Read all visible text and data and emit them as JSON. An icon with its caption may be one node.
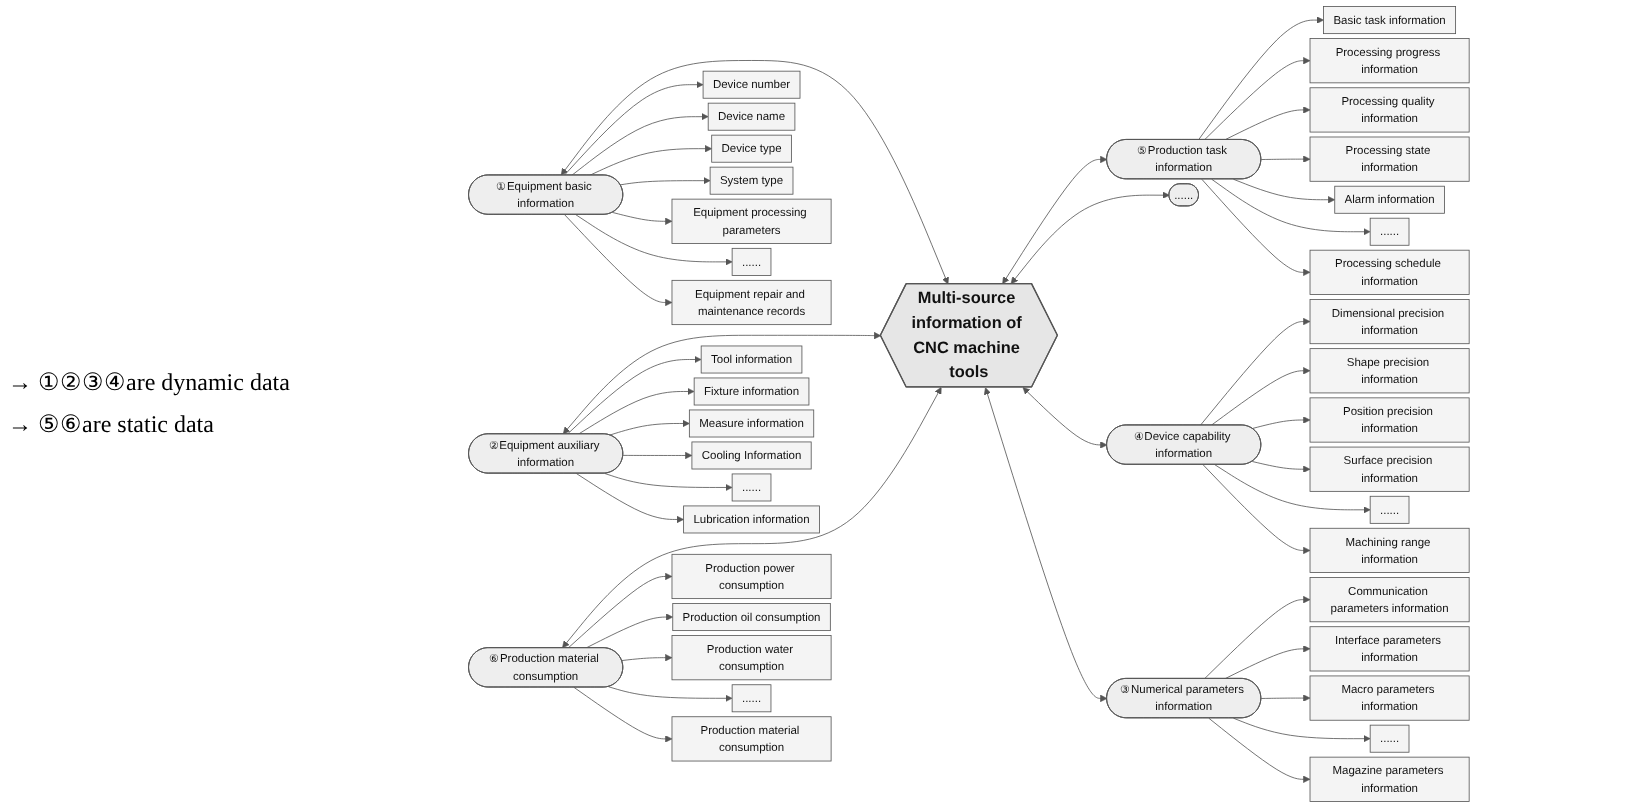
{
  "diagram": {
    "nodes": [
      {
        "text": [
          "Multi-source information of CNC machine tools"
        ]
      },
      {
        "text": [
          "①Equipment basic information"
        ]
      },
      {
        "text": [
          "②Equipment auxiliary information"
        ]
      },
      {
        "text": [
          "③Numerical parameters information"
        ]
      },
      {
        "text": [
          "④Device capability information"
        ]
      },
      {
        "text": [
          "⑤Production task information"
        ]
      },
      {
        "text": [
          "⑥Production material consumption"
        ]
      },
      {
        "text": [
          "......"
        ]
      },
      {
        "text": [
          "Device number"
        ]
      },
      {
        "text": [
          "Device name"
        ]
      },
      {
        "text": [
          "Device type"
        ]
      },
      {
        "text": [
          "System type"
        ]
      },
      {
        "text": [
          "Equipment processing parameters"
        ]
      },
      {
        "text": [
          "......"
        ]
      },
      {
        "text": [
          "Equipment repair and maintenance records"
        ]
      },
      {
        "text": [
          "Tool information"
        ]
      },
      {
        "text": [
          "Fixture information"
        ]
      },
      {
        "text": [
          "Measure information"
        ]
      },
      {
        "text": [
          "Cooling Information"
        ]
      },
      {
        "text": [
          "......"
        ]
      },
      {
        "text": [
          "Lubrication information"
        ]
      },
      {
        "text": [
          "Communication parameters information"
        ]
      },
      {
        "text": [
          "Interface parameters information"
        ]
      },
      {
        "text": [
          "Macro parameters information"
        ]
      },
      {
        "text": [
          "......"
        ]
      },
      {
        "text": [
          "Magazine parameters information"
        ]
      },
      {
        "text": [
          "Dimensional precision information"
        ]
      },
      {
        "text": [
          "Shape precision information"
        ]
      },
      {
        "text": [
          "Position precision information"
        ]
      },
      {
        "text": [
          "Surface precision information"
        ]
      },
      {
        "text": [
          "......"
        ]
      },
      {
        "text": [
          "Machining range information"
        ]
      },
      {
        "text": [
          "Basic task information"
        ]
      },
      {
        "text": [
          "Processing progress information"
        ]
      },
      {
        "text": [
          "Processing quality information"
        ]
      },
      {
        "text": [
          "Processing state information"
        ]
      },
      {
        "text": [
          "Alarm information"
        ]
      },
      {
        "text": [
          "......"
        ]
      },
      {
        "text": [
          "Processing schedule information"
        ]
      },
      {
        "text": [
          "Production power consumption"
        ]
      },
      {
        "text": [
          "Production oil consumption"
        ]
      },
      {
        "text": [
          "Production water consumption"
        ]
      },
      {
        "text": [
          "......"
        ]
      },
      {
        "text": [
          "Production material consumption"
        ]
      }
    ],
    "edges": [
      {
        "from": 6,
        "to": 0,
        "arrow": "both"
      },
      {
        "from": 1,
        "to": 0,
        "arrow": "both"
      },
      {
        "from": 2,
        "to": 0,
        "arrow": "both"
      },
      {
        "from": 0,
        "to": 5,
        "arrow": "both"
      },
      {
        "from": 0,
        "to": 7,
        "arrow": "both"
      },
      {
        "from": 0,
        "to": 4,
        "arrow": "both"
      },
      {
        "from": 0,
        "to": 3,
        "arrow": "both"
      },
      {
        "from": 1,
        "to": 8,
        "arrow": "to"
      },
      {
        "from": 1,
        "to": 9,
        "arrow": "to"
      },
      {
        "from": 1,
        "to": 10,
        "arrow": "to"
      },
      {
        "from": 1,
        "to": 11,
        "arrow": "to"
      },
      {
        "from": 1,
        "to": 12,
        "arrow": "to"
      },
      {
        "from": 1,
        "to": 13,
        "arrow": "to"
      },
      {
        "from": 1,
        "to": 14,
        "arrow": "to"
      },
      {
        "from": 2,
        "to": 15,
        "arrow": "to"
      },
      {
        "from": 2,
        "to": 16,
        "arrow": "to"
      },
      {
        "from": 2,
        "to": 17,
        "arrow": "to"
      },
      {
        "from": 2,
        "to": 18,
        "arrow": "to"
      },
      {
        "from": 2,
        "to": 19,
        "arrow": "to"
      },
      {
        "from": 2,
        "to": 20,
        "arrow": "to"
      },
      {
        "from": 3,
        "to": 21,
        "arrow": "to"
      },
      {
        "from": 3,
        "to": 22,
        "arrow": "to"
      },
      {
        "from": 3,
        "to": 23,
        "arrow": "to"
      },
      {
        "from": 3,
        "to": 24,
        "arrow": "to"
      },
      {
        "from": 3,
        "to": 25,
        "arrow": "to"
      },
      {
        "from": 4,
        "to": 26,
        "arrow": "to"
      },
      {
        "from": 4,
        "to": 27,
        "arrow": "to"
      },
      {
        "from": 4,
        "to": 28,
        "arrow": "to"
      },
      {
        "from": 4,
        "to": 29,
        "arrow": "to"
      },
      {
        "from": 4,
        "to": 30,
        "arrow": "to"
      },
      {
        "from": 4,
        "to": 31,
        "arrow": "to"
      },
      {
        "from": 5,
        "to": 32,
        "arrow": "to"
      },
      {
        "from": 5,
        "to": 33,
        "arrow": "to"
      },
      {
        "from": 5,
        "to": 34,
        "arrow": "to"
      },
      {
        "from": 5,
        "to": 35,
        "arrow": "to"
      },
      {
        "from": 5,
        "to": 36,
        "arrow": "to"
      },
      {
        "from": 5,
        "to": 37,
        "arrow": "to"
      },
      {
        "from": 5,
        "to": 38,
        "arrow": "to"
      },
      {
        "from": 6,
        "to": 39,
        "arrow": "to"
      },
      {
        "from": 6,
        "to": 40,
        "arrow": "to"
      },
      {
        "from": 6,
        "to": 41,
        "arrow": "to"
      },
      {
        "from": 6,
        "to": 42,
        "arrow": "to"
      },
      {
        "from": 6,
        "to": 43,
        "arrow": "to"
      }
    ],
    "labels": [
      "→ ①②③④are dynamic data",
      "→ ⑤⑥are static data"
    ]
  }
}
